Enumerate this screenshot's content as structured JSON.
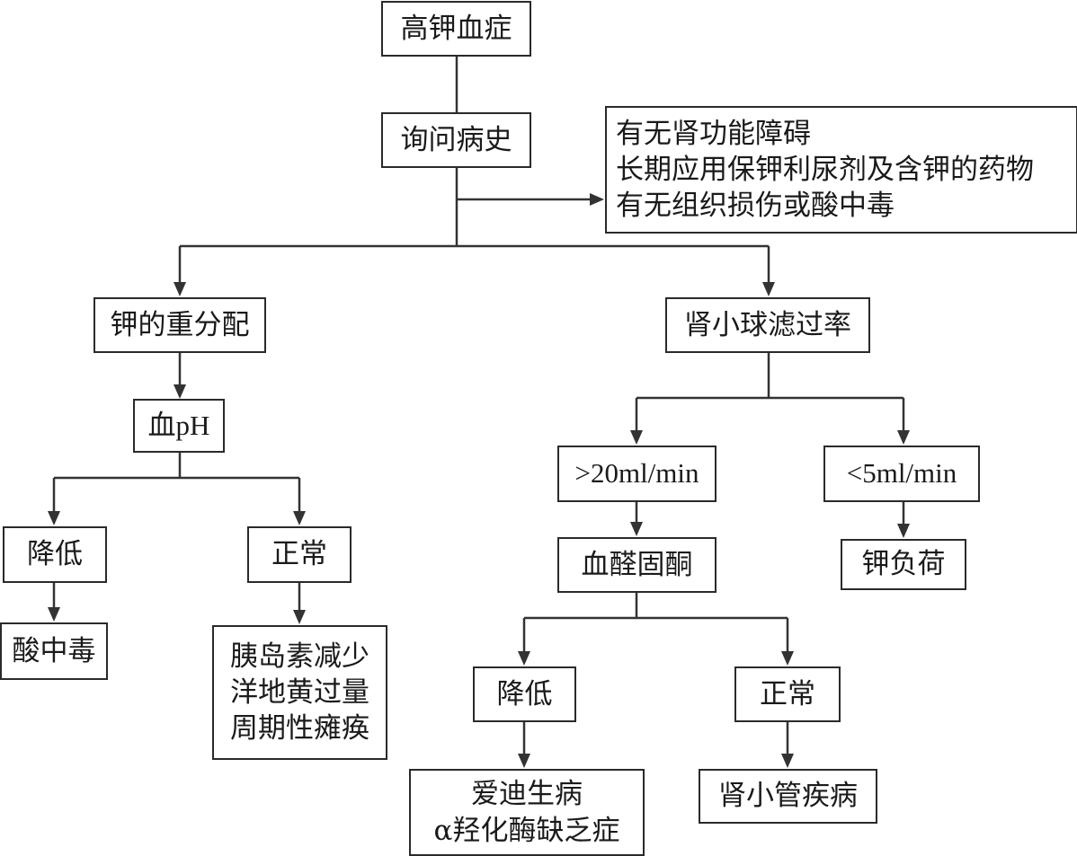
{
  "nodes": {
    "root": "高钾血症",
    "history": "询问病史",
    "history_notes": [
      "有无肾功能障碍",
      "长期应用保钾利尿剂及含钾的药物",
      "有无组织损伤或酸中毒"
    ],
    "redistribution": "钾的重分配",
    "blood_ph": "血pH",
    "ph_decreased": "降低",
    "ph_normal": "正常",
    "acidosis": "酸中毒",
    "ph_normal_causes": [
      "胰岛素减少",
      "洋地黄过量",
      "周期性瘫痪"
    ],
    "gfr": "肾小球滤过率",
    "gfr_high": ">20ml/min",
    "gfr_low": "<5ml/min",
    "potassium_load": "钾负荷",
    "aldosterone": "血醛固酮",
    "ald_decreased": "降低",
    "ald_normal": "正常",
    "ald_decreased_causes": [
      "爱迪生病",
      "α羟化酶缺乏症"
    ],
    "tubular_disease": "肾小管疾病"
  }
}
